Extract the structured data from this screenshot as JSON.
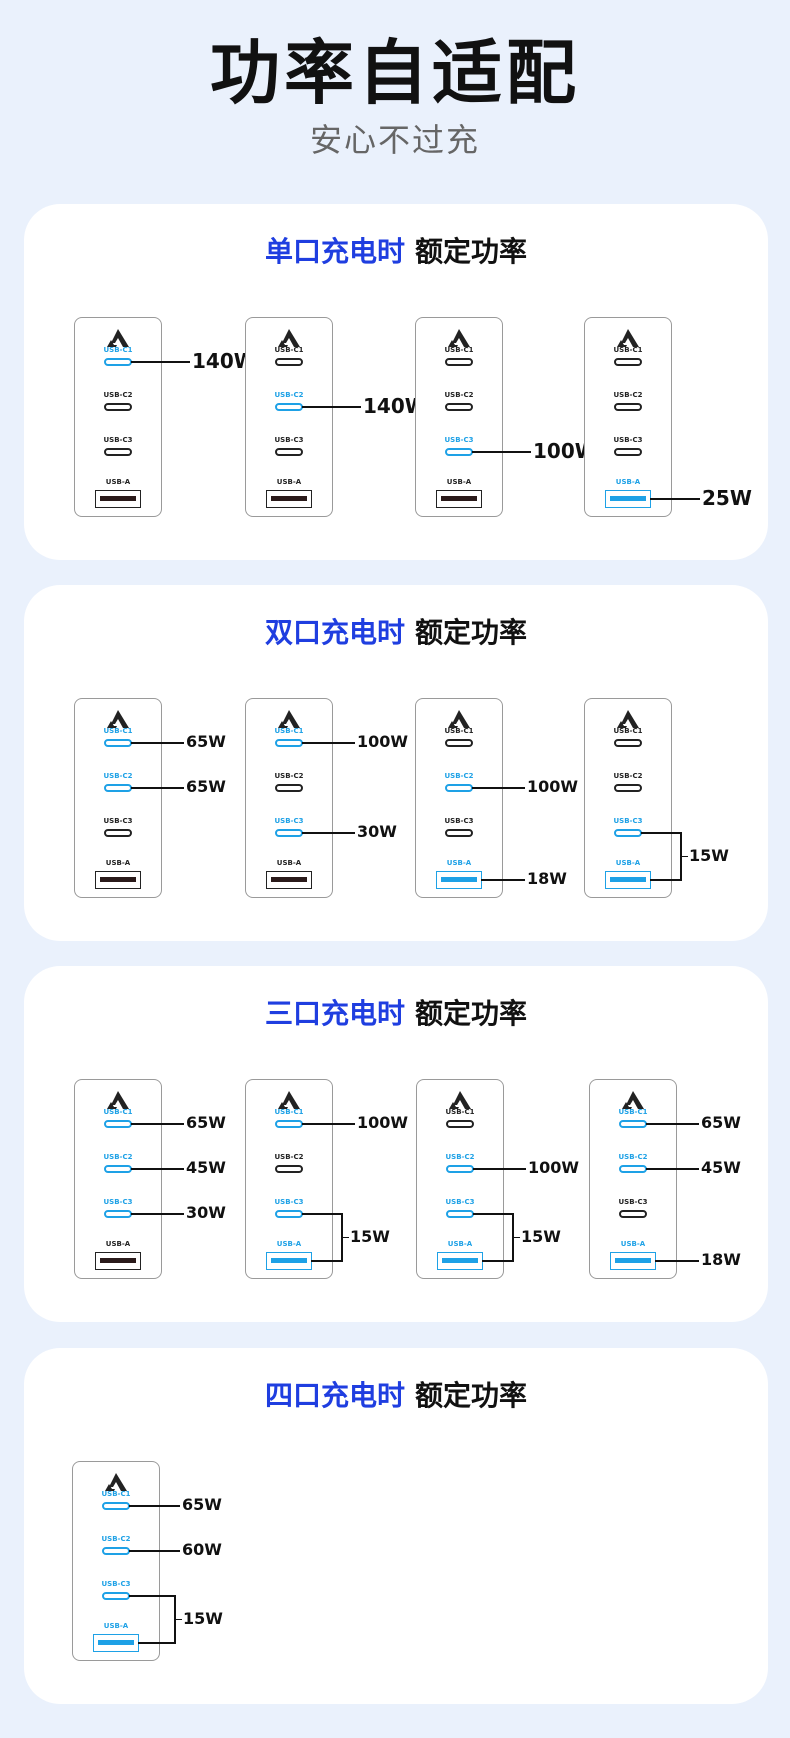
{
  "header": {
    "title": "功率自适配",
    "subtitle": "安心不过充"
  },
  "labels": {
    "c1": "USB-C1",
    "c2": "USB-C2",
    "c3": "USB-C3",
    "a": "USB-A"
  },
  "colors": {
    "accent": "#1f3ee0",
    "active_port": "#1ea1e6",
    "background": "#eaf1fc"
  },
  "sections": [
    {
      "highlight": "单口充电时",
      "rest": "额定功率",
      "configs": [
        {
          "active": [
            "c1"
          ],
          "groups": [
            {
              "ports": [
                "c1"
              ],
              "watt": "140W"
            }
          ]
        },
        {
          "active": [
            "c2"
          ],
          "groups": [
            {
              "ports": [
                "c2"
              ],
              "watt": "140W"
            }
          ]
        },
        {
          "active": [
            "c3"
          ],
          "groups": [
            {
              "ports": [
                "c3"
              ],
              "watt": "100W"
            }
          ]
        },
        {
          "active": [
            "a"
          ],
          "groups": [
            {
              "ports": [
                "a"
              ],
              "watt": "25W"
            }
          ]
        }
      ]
    },
    {
      "highlight": "双口充电时",
      "rest": "额定功率",
      "configs": [
        {
          "active": [
            "c1",
            "c2"
          ],
          "groups": [
            {
              "ports": [
                "c1"
              ],
              "watt": "65W"
            },
            {
              "ports": [
                "c2"
              ],
              "watt": "65W"
            }
          ]
        },
        {
          "active": [
            "c1",
            "c3"
          ],
          "groups": [
            {
              "ports": [
                "c1"
              ],
              "watt": "100W"
            },
            {
              "ports": [
                "c3"
              ],
              "watt": "30W"
            }
          ]
        },
        {
          "active": [
            "c2",
            "a"
          ],
          "groups": [
            {
              "ports": [
                "c2"
              ],
              "watt": "100W"
            },
            {
              "ports": [
                "a"
              ],
              "watt": "18W"
            }
          ]
        },
        {
          "active": [
            "c3",
            "a"
          ],
          "groups": [
            {
              "ports": [
                "c3",
                "a"
              ],
              "watt": "15W"
            }
          ]
        }
      ]
    },
    {
      "highlight": "三口充电时",
      "rest": "额定功率",
      "configs": [
        {
          "active": [
            "c1",
            "c2",
            "c3"
          ],
          "groups": [
            {
              "ports": [
                "c1"
              ],
              "watt": "65W"
            },
            {
              "ports": [
                "c2"
              ],
              "watt": "45W"
            },
            {
              "ports": [
                "c3"
              ],
              "watt": "30W"
            }
          ]
        },
        {
          "active": [
            "c1",
            "c3",
            "a"
          ],
          "groups": [
            {
              "ports": [
                "c1"
              ],
              "watt": "100W"
            },
            {
              "ports": [
                "c3",
                "a"
              ],
              "watt": "15W"
            }
          ]
        },
        {
          "active": [
            "c2",
            "c3",
            "a"
          ],
          "groups": [
            {
              "ports": [
                "c2"
              ],
              "watt": "100W"
            },
            {
              "ports": [
                "c3",
                "a"
              ],
              "watt": "15W"
            }
          ]
        },
        {
          "active": [
            "c1",
            "c2",
            "a"
          ],
          "groups": [
            {
              "ports": [
                "c1"
              ],
              "watt": "65W"
            },
            {
              "ports": [
                "c2"
              ],
              "watt": "45W"
            },
            {
              "ports": [
                "a"
              ],
              "watt": "18W"
            }
          ]
        }
      ]
    },
    {
      "highlight": "四口充电时",
      "rest": "额定功率",
      "configs": [
        {
          "active": [
            "c1",
            "c2",
            "c3",
            "a"
          ],
          "groups": [
            {
              "ports": [
                "c1"
              ],
              "watt": "65W"
            },
            {
              "ports": [
                "c2"
              ],
              "watt": "60W"
            },
            {
              "ports": [
                "c3",
                "a"
              ],
              "watt": "15W"
            }
          ]
        }
      ]
    }
  ]
}
